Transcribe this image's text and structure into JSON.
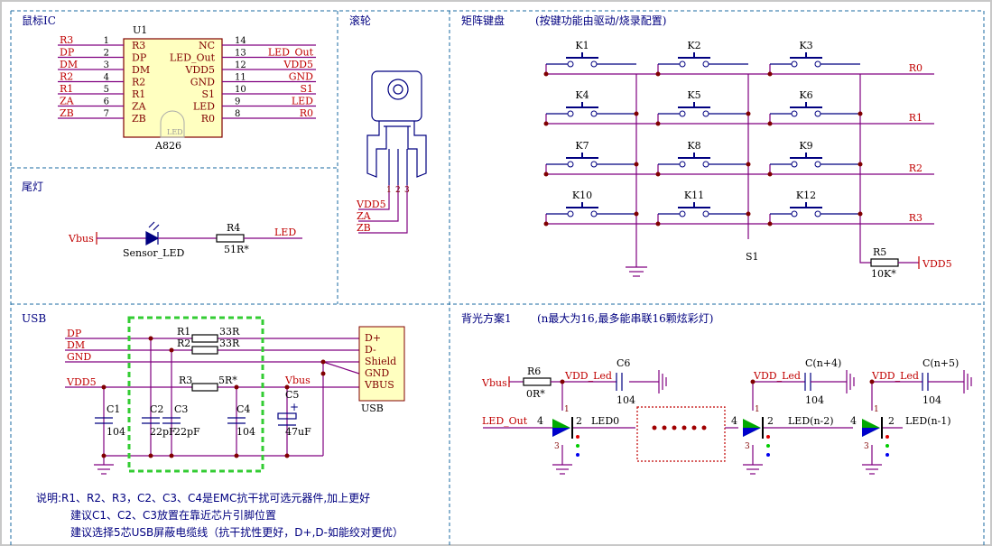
{
  "sections": {
    "mouse_ic": "鼠标IC",
    "scroll": "滚轮",
    "matrix": "矩阵键盘",
    "matrix_note": "(按键功能由驱动/烧录配置)",
    "tail_light": "尾灯",
    "usb": "USB",
    "backlight": "背光方案1",
    "backlight_note": "(n最大为16,最多能串联16颗炫彩灯)"
  },
  "ic": {
    "ref": "U1",
    "part": "A826",
    "led_mark": "LED",
    "left_pins": [
      {
        "net": "R3",
        "num": "1",
        "name": "R3"
      },
      {
        "net": "DP",
        "num": "2",
        "name": "DP"
      },
      {
        "net": "DM",
        "num": "3",
        "name": "DM"
      },
      {
        "net": "R2",
        "num": "4",
        "name": "R2"
      },
      {
        "net": "R1",
        "num": "5",
        "name": "R1"
      },
      {
        "net": "ZA",
        "num": "6",
        "name": "ZA"
      },
      {
        "net": "ZB",
        "num": "7",
        "name": "ZB"
      }
    ],
    "right_pins": [
      {
        "net": "",
        "num": "14",
        "name": "NC"
      },
      {
        "net": "LED_Out",
        "num": "13",
        "name": "LED_Out"
      },
      {
        "net": "VDD5",
        "num": "12",
        "name": "VDD5"
      },
      {
        "net": "GND",
        "num": "11",
        "name": "GND"
      },
      {
        "net": "S1",
        "num": "10",
        "name": "S1"
      },
      {
        "net": "LED",
        "num": "9",
        "name": "LED"
      },
      {
        "net": "R0",
        "num": "8",
        "name": "R0"
      }
    ]
  },
  "wheel": {
    "nets": [
      "VDD5",
      "ZA",
      "ZB"
    ],
    "pins": [
      "1",
      "2",
      "3"
    ]
  },
  "tail": {
    "vbus": "Vbus",
    "led": "Sensor_LED",
    "res": "R4",
    "res_val": "51R*",
    "out": "LED"
  },
  "matrix": {
    "keys": [
      "K1",
      "K2",
      "K3",
      "K4",
      "K5",
      "K6",
      "K7",
      "K8",
      "K9",
      "K10",
      "K11",
      "K12"
    ],
    "rows": [
      "R0",
      "R1",
      "R2",
      "R3"
    ],
    "col_label": "S1",
    "res": "R5",
    "res_val": "10K*",
    "vdd": "VDD5"
  },
  "usb": {
    "nets": [
      "DP",
      "DM",
      "GND",
      "VDD5"
    ],
    "r1": "R1",
    "r1_val": "33R",
    "r2": "R2",
    "r2_val": "33R",
    "r3": "R3",
    "r3_val": "5R*",
    "vbus": "Vbus",
    "conn_pins": [
      "D+",
      "D-",
      "Shield",
      "GND",
      "VBUS"
    ],
    "conn_name": "USB",
    "caps": [
      {
        "ref": "C1",
        "val": "104"
      },
      {
        "ref": "C2",
        "val": "22pF"
      },
      {
        "ref": "C3",
        "val": "22pF"
      },
      {
        "ref": "C4",
        "val": "104"
      },
      {
        "ref": "C5",
        "val": "47uF"
      }
    ],
    "notes": [
      "说明:R1、R2、R3，C2、C3、C4是EMC抗干扰可选元器件,加上更好",
      "建议C1、C2、C3放置在靠近芯片引脚位置",
      "建议选择5芯USB屏蔽电缆线（抗干扰性更好，D+,D-如能绞对更优）"
    ]
  },
  "backlight": {
    "vbus": "Vbus",
    "r6": "R6",
    "r6_val": "0R*",
    "vdd_led": "VDD_Led",
    "c6": "C6",
    "c_val": "104",
    "c4": "C(n+4)",
    "c5": "C(n+5)",
    "led_out": "LED_Out",
    "led0": "LED0",
    "ledn2": "LED(n-2)",
    "ledn1": "LED(n-1)",
    "pin1": "1",
    "pin2": "2",
    "pin3": "3",
    "pin4": "4"
  },
  "colors": {
    "wire": "#800080",
    "label": "#c00000",
    "text": "#000080",
    "green_dash": "#33cc33",
    "border": "#1a6aa0"
  }
}
